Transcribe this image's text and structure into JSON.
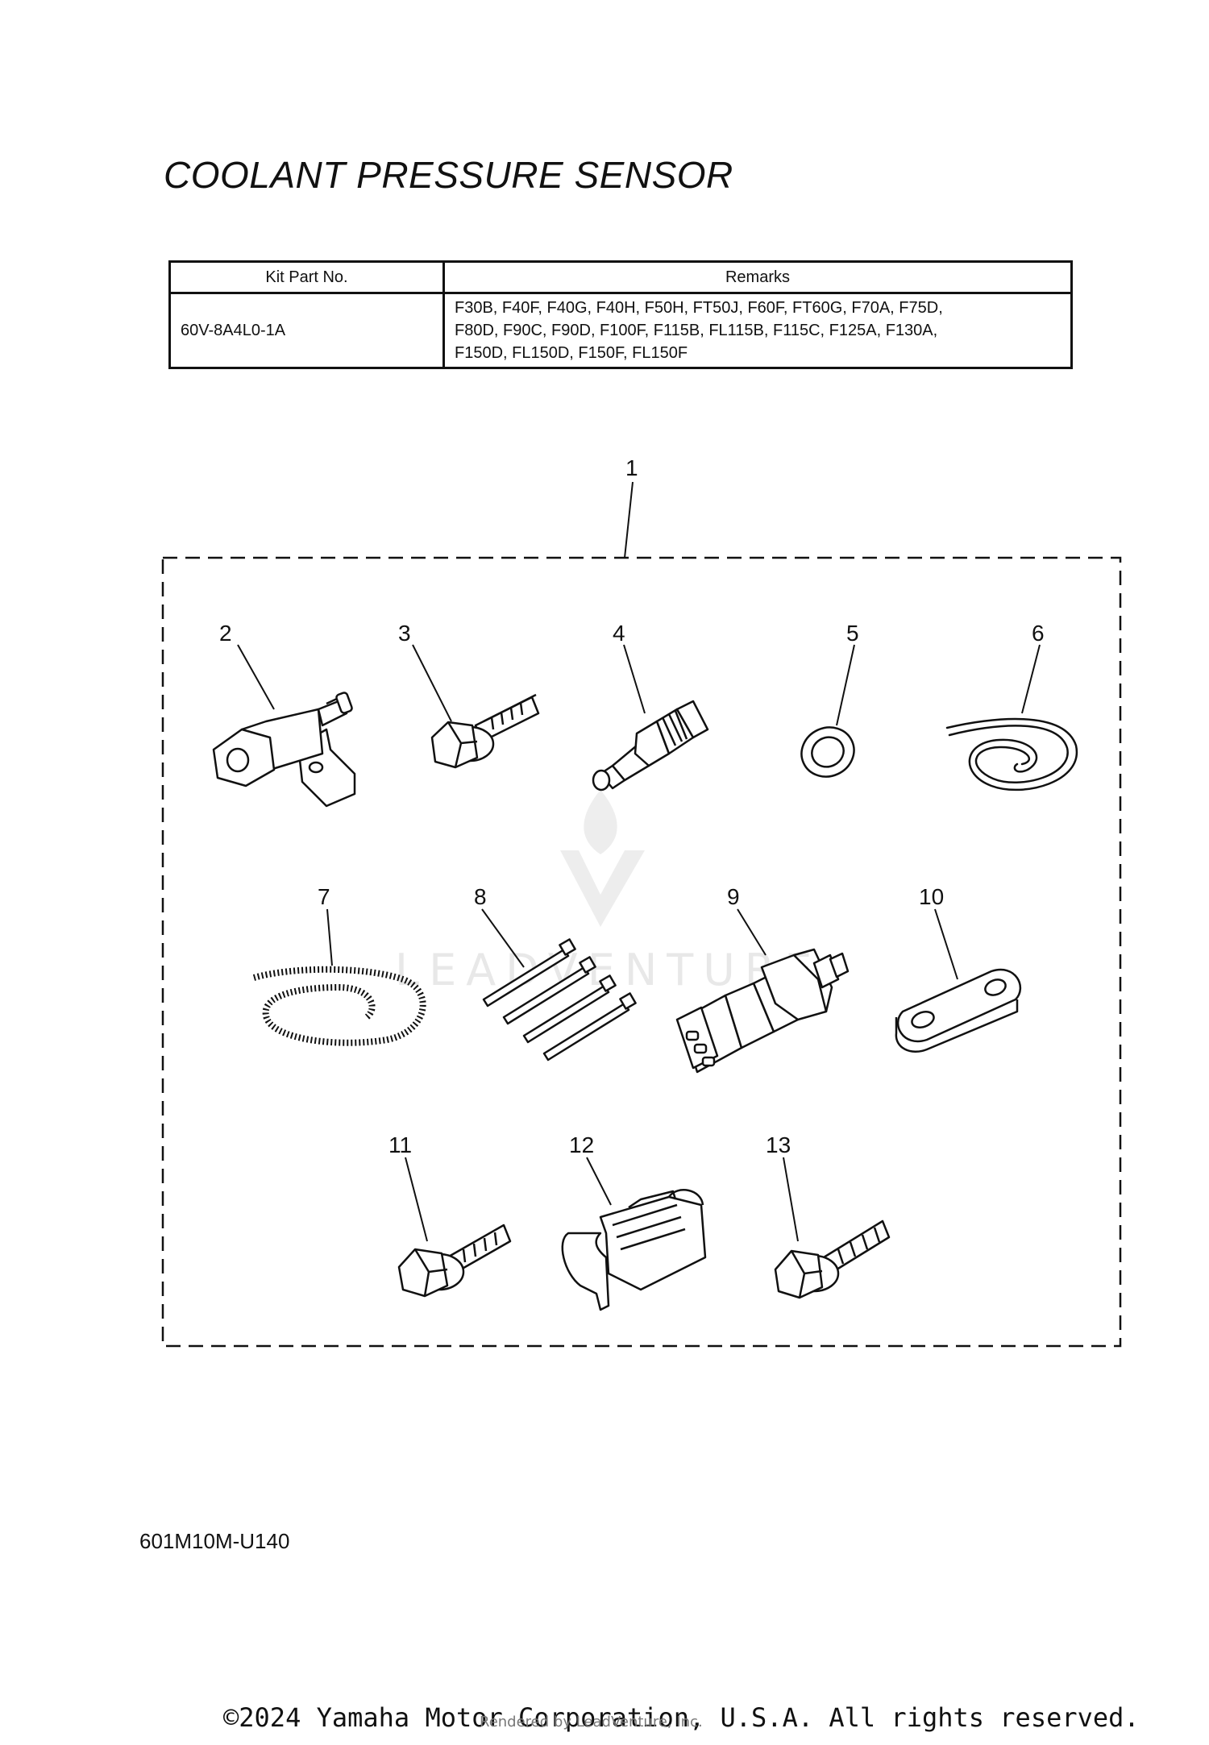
{
  "title": "COOLANT PRESSURE SENSOR",
  "table": {
    "headers": [
      "Kit Part No.",
      "Remarks"
    ],
    "rows": [
      {
        "part_no": "60V-8A4L0-1A",
        "remarks": [
          "F30B, F40F, F40G, F40H, F50H, FT50J, F60F, FT60G, F70A, F75D,",
          "F80D, F90C, F90D, F100F, F115B, FL115B, F115C, F125A, F130A,",
          "F150D, FL150D, F150F, FL150F"
        ]
      }
    ]
  },
  "callouts": [
    "1",
    "2",
    "3",
    "4",
    "5",
    "6",
    "7",
    "8",
    "9",
    "10",
    "11",
    "12",
    "13"
  ],
  "diagram_code": "601M10M-U140",
  "watermark": "LEADVENTURE",
  "copyright": "©2024 Yamaha Motor Corporation, U.S.A. All rights reserved.",
  "rendered_by": "Rendered by LeadVenture, Inc."
}
